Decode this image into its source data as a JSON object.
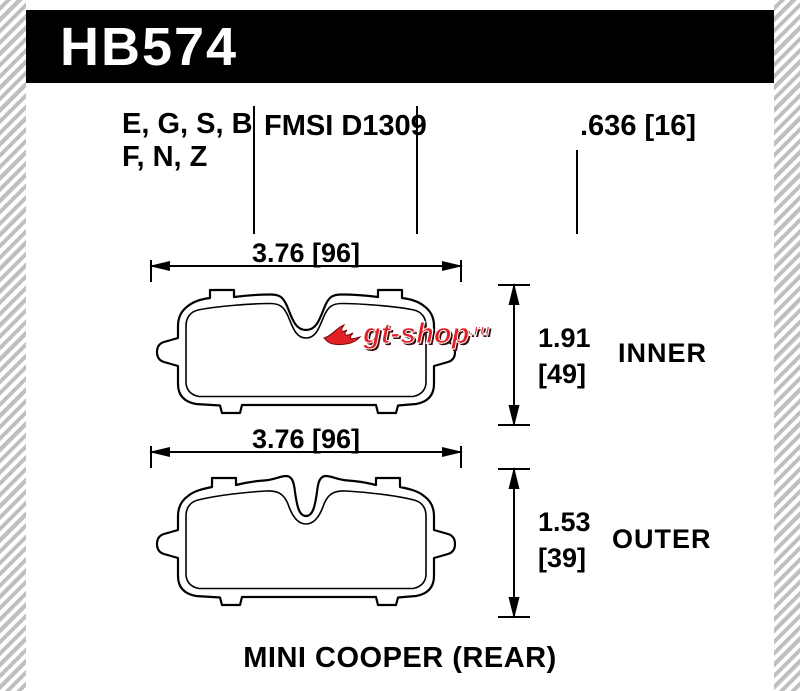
{
  "header": {
    "part_number": "HB574"
  },
  "specs": {
    "compound_letters_line1": "E, G, S, B",
    "compound_letters_line2": "F, N, Z",
    "fmsi_number": "FMSI D1309",
    "thickness_dim": ".636 [16]"
  },
  "inner_pad": {
    "width_dim": "3.76 [96]",
    "height_dim_in": "1.91",
    "height_dim_mm": "[49]",
    "position_label": "INNER"
  },
  "outer_pad": {
    "width_dim": "3.76 [96]",
    "height_dim_in": "1.53",
    "height_dim_mm": "[39]",
    "position_label": "OUTER"
  },
  "watermark": {
    "brand": "gt-shop",
    "tld": ".ru"
  },
  "footer": {
    "vehicle_application": "MINI COOPER (REAR)"
  },
  "colors": {
    "header_bg": "#000000",
    "diagram_line": "#000000",
    "watermark_red": "#e31e24",
    "stripe_gray": "#bfbfbf"
  }
}
